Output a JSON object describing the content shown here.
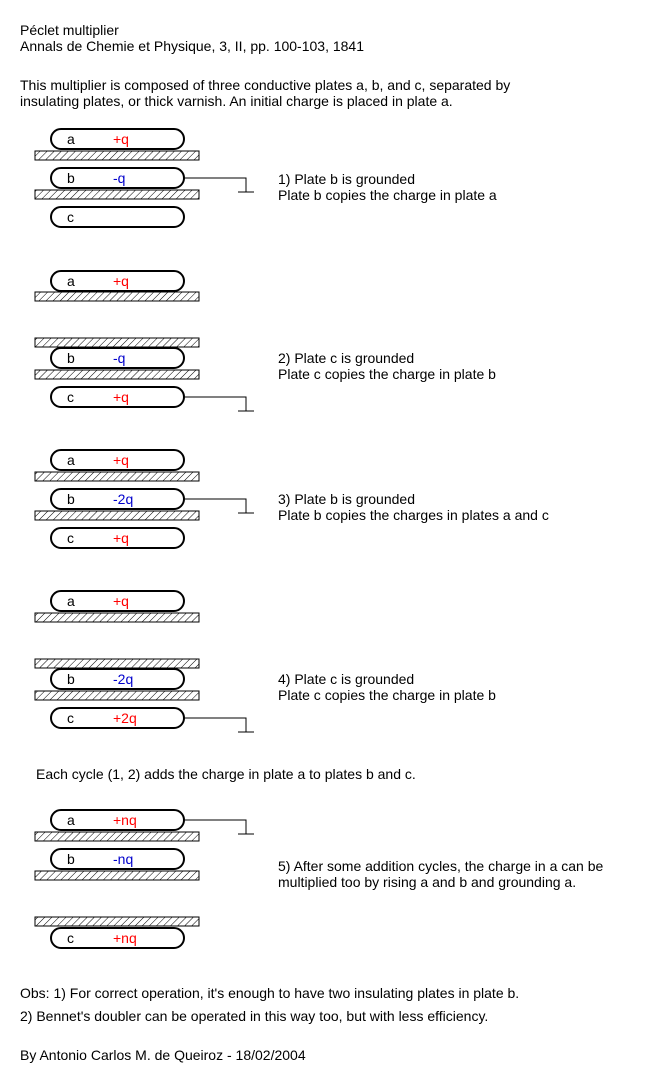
{
  "header": {
    "title": "Péclet multiplier",
    "citation": "Annals de Chemie et Physique, 3, II, pp. 100-103, 1841"
  },
  "intro": {
    "line1": "This multiplier is composed of three conductive plates a, b, and c, separated by",
    "line2": "insulating plates, or thick varnish. An initial charge is placed in plate a."
  },
  "steps": [
    {
      "line1": "1) Plate b is grounded",
      "line2": "Plate b copies the charge in plate a"
    },
    {
      "line1": "2) Plate c is grounded",
      "line2": "Plate c copies the charge in plate b"
    },
    {
      "line1": "3) Plate b is grounded",
      "line2": "Plate b copies the charges in plates a and c"
    },
    {
      "line1": "4) Plate c is grounded",
      "line2": "Plate c copies the charge in plate b"
    },
    {
      "line1": "5) After some addition cycles, the charge in a can be",
      "line2": "multiplied too by rising a and b and grounding a."
    }
  ],
  "cycle_note": "Each cycle (1, 2) adds the charge in plate a to plates b and c.",
  "obs": {
    "line1": "Obs: 1) For correct operation, it's enough to have two insulating plates in plate b.",
    "line2": "2) Bennet's doubler can be operated in this way too, but with less efficiency."
  },
  "author": "By Antonio Carlos M. de Queiroz - 18/02/2004",
  "colors": {
    "positive": "#ff0000",
    "negative": "#0000cc",
    "hatch": "#000000"
  },
  "plates": [
    {
      "letter": "a",
      "charge": "+q",
      "sign": "positive"
    },
    {
      "letter": "b",
      "charge": "-q",
      "sign": "negative"
    },
    {
      "letter": "c",
      "charge": "",
      "sign": "none"
    },
    {
      "letter": "a",
      "charge": "+q",
      "sign": "positive"
    },
    {
      "letter": "b",
      "charge": "-q",
      "sign": "negative"
    },
    {
      "letter": "c",
      "charge": "+q",
      "sign": "positive"
    },
    {
      "letter": "a",
      "charge": "+q",
      "sign": "positive"
    },
    {
      "letter": "b",
      "charge": "-2q",
      "sign": "negative"
    },
    {
      "letter": "c",
      "charge": "+q",
      "sign": "positive"
    },
    {
      "letter": "a",
      "charge": "+q",
      "sign": "positive"
    },
    {
      "letter": "b",
      "charge": "-2q",
      "sign": "negative"
    },
    {
      "letter": "c",
      "charge": "+2q",
      "sign": "positive"
    },
    {
      "letter": "a",
      "charge": "+nq",
      "sign": "positive"
    },
    {
      "letter": "b",
      "charge": "-nq",
      "sign": "negative"
    },
    {
      "letter": "c",
      "charge": "+nq",
      "sign": "positive"
    }
  ]
}
